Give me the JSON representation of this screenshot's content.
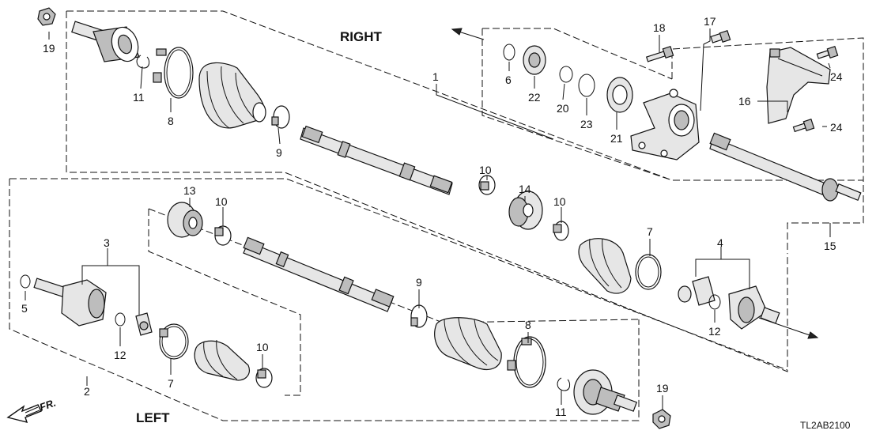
{
  "diagram": {
    "right_label": "RIGHT",
    "left_label": "LEFT",
    "front_label": "FR.",
    "code": "TL2AB2100",
    "callouts": [
      {
        "id": "c1",
        "text": "1"
      },
      {
        "id": "c2",
        "text": "2"
      },
      {
        "id": "c3",
        "text": "3"
      },
      {
        "id": "c4",
        "text": "4"
      },
      {
        "id": "c5",
        "text": "5"
      },
      {
        "id": "c6",
        "text": "6"
      },
      {
        "id": "c7a",
        "text": "7"
      },
      {
        "id": "c7b",
        "text": "7"
      },
      {
        "id": "c8a",
        "text": "8"
      },
      {
        "id": "c8b",
        "text": "8"
      },
      {
        "id": "c9a",
        "text": "9"
      },
      {
        "id": "c9b",
        "text": "9"
      },
      {
        "id": "c10a",
        "text": "10"
      },
      {
        "id": "c10b",
        "text": "10"
      },
      {
        "id": "c10c",
        "text": "10"
      },
      {
        "id": "c10d",
        "text": "10"
      },
      {
        "id": "c11a",
        "text": "11"
      },
      {
        "id": "c11b",
        "text": "11"
      },
      {
        "id": "c12a",
        "text": "12"
      },
      {
        "id": "c12b",
        "text": "12"
      },
      {
        "id": "c13",
        "text": "13"
      },
      {
        "id": "c14",
        "text": "14"
      },
      {
        "id": "c15",
        "text": "15"
      },
      {
        "id": "c16",
        "text": "16"
      },
      {
        "id": "c17",
        "text": "17"
      },
      {
        "id": "c18",
        "text": "18"
      },
      {
        "id": "c19a",
        "text": "19"
      },
      {
        "id": "c19b",
        "text": "19"
      },
      {
        "id": "c20",
        "text": "20"
      },
      {
        "id": "c21",
        "text": "21"
      },
      {
        "id": "c22",
        "text": "22"
      },
      {
        "id": "c23",
        "text": "23"
      },
      {
        "id": "c24a",
        "text": "24"
      },
      {
        "id": "c24b",
        "text": "24"
      }
    ]
  }
}
